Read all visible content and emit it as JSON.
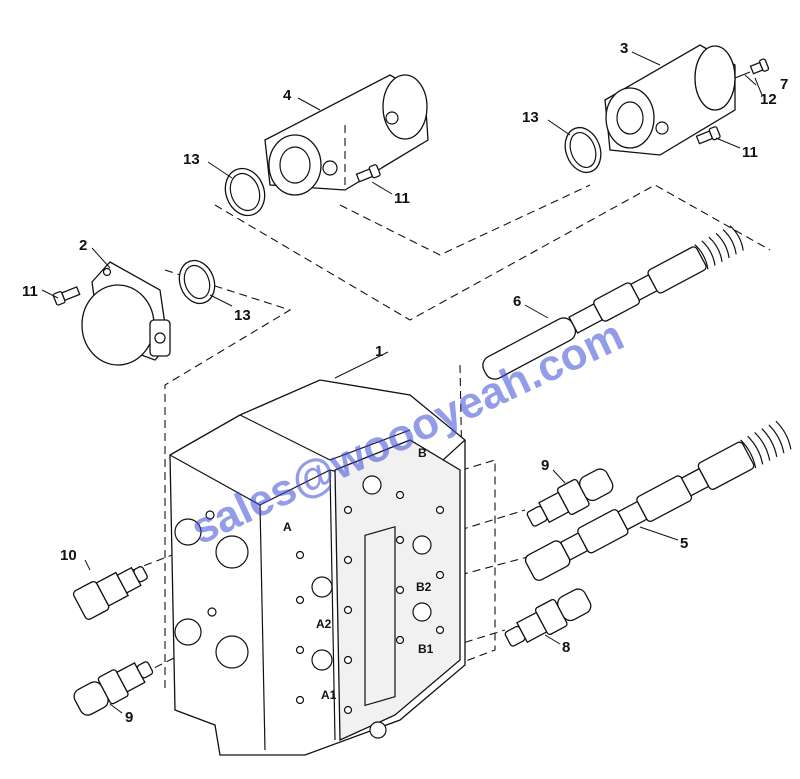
{
  "callouts": {
    "c1": "1",
    "c2": "2",
    "c3": "3",
    "c4": "4",
    "c5": "5",
    "c6": "6",
    "c7": "7",
    "c8": "8",
    "c9a": "9",
    "c9b": "9",
    "c10": "10",
    "c11a": "11",
    "c11b": "11",
    "c11c": "11",
    "c12": "12",
    "c13a": "13",
    "c13b": "13",
    "c13c": "13"
  },
  "ports": {
    "a": "A",
    "b": "B",
    "a1": "A1",
    "a2": "A2",
    "b1": "B1",
    "b2": "B2"
  },
  "watermark": "sales@woooyeah.com"
}
